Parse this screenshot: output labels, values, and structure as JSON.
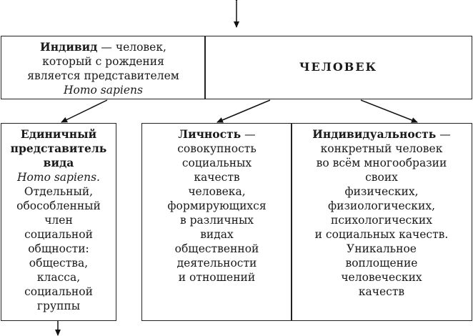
{
  "top": {
    "left": {
      "term": "Индивид",
      "lines": [
        "— человек,",
        "который с рождения",
        "является представителем"
      ],
      "latin": "Homo sapiens"
    },
    "title": "ЧЕЛОВЕК"
  },
  "bottom": {
    "single": {
      "term_lines": [
        "Единичный",
        "представитель",
        "вида"
      ],
      "latin": "Homo sapiens.",
      "lines": [
        "Отдельный,",
        "обособленный",
        "член",
        "социальной",
        "общности:",
        "общества,",
        "класса,",
        "социальной",
        "группы"
      ]
    },
    "personality": {
      "term": "Личность",
      "dash": " —",
      "lines": [
        "совокупность",
        "социальных",
        "качеств",
        "человека,",
        "формирующихся",
        "в различных",
        "видах",
        "общественной",
        "деятельности",
        "и отношений"
      ]
    },
    "individuality": {
      "term": "Индивидуальность",
      "dash": " —",
      "lines": [
        "конкретный человек",
        "во всём многообразии",
        "своих",
        "физических,",
        "физиологических,",
        "психологических",
        "и социальных качеств.",
        "Уникальное",
        "воплощение",
        "человеческих",
        "качеств"
      ]
    }
  }
}
